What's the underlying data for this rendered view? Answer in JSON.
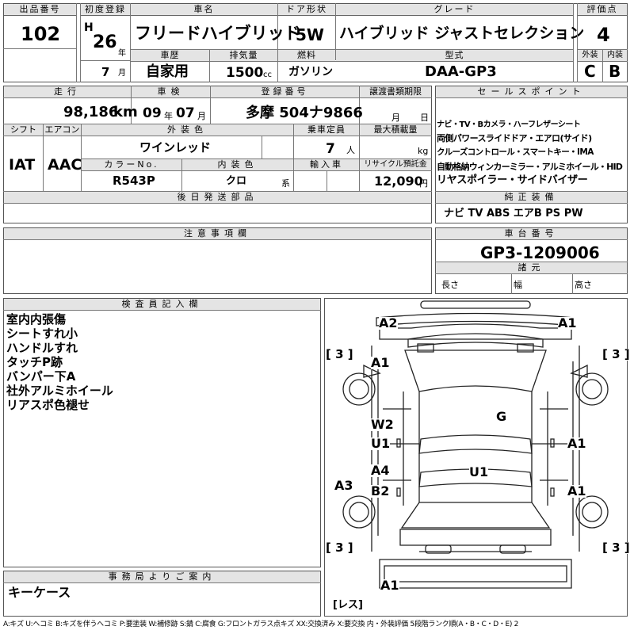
{
  "header": {
    "lot_no_label": "出品番号",
    "lot_no": "102",
    "first_reg_label": "初度登録",
    "era": "H",
    "year": "26",
    "year_unit": "年",
    "month": "7",
    "month_unit": "月",
    "car_name_label": "車名",
    "car_name": "フリードハイブリッド",
    "door_label": "ドア形状",
    "door": "5W",
    "grade_label": "グレード",
    "grade": "ハイブリッド ジャストセレクション",
    "score_label": "評価点",
    "score": "4",
    "history_label": "車歴",
    "history": "自家用",
    "displacement_label": "排気量",
    "displacement": "1500",
    "displacement_unit": "cc",
    "fuel_label": "燃料",
    "fuel": "ガソリン",
    "model_label": "型式",
    "model": "DAA-GP3",
    "ext_grade_label": "外装",
    "ext_grade": "C",
    "int_grade_label": "内装",
    "int_grade": "B"
  },
  "row2": {
    "mileage_label": "走行",
    "mileage": "98,186",
    "mileage_unit": "km",
    "inspection_label": "車検",
    "insp_year": "09",
    "insp_year_unit": "年",
    "insp_month": "07",
    "insp_month_unit": "月",
    "plate_label": "登録番号",
    "plate": "多摩 504ナ9866",
    "transfer_label": "譲渡書類期限",
    "transfer_month_unit": "月",
    "transfer_day_unit": "日",
    "shift_label": "シフト",
    "shift": "IAT",
    "ac_label": "エアコン",
    "ac": "AAC",
    "ext_color_label": "外装色",
    "ext_color": "ワインレッド",
    "capacity_label": "乗車定員",
    "capacity": "7",
    "capacity_unit": "人",
    "load_label": "最大積載量",
    "load_unit": "kg",
    "color_no_label": "カラーNo.",
    "color_no": "R543P",
    "int_color_label": "内装色",
    "int_color": "クロ",
    "int_color_unit": "系",
    "import_label": "輸入車",
    "recycle_label": "リサイクル預託金",
    "recycle": "12,090",
    "recycle_unit": "円",
    "later_parts_label": "後日発送部品"
  },
  "sales": {
    "label": "セールスポイント",
    "lines": [
      "ナビ・TV・Bカメラ・ハーフレザーシート",
      "両側パワースライドドア・エアロ(サイド)",
      "クルーズコントロール・スマートキー・IMA",
      "自動格納ウィンカーミラー・アルミホイール・HID",
      "リヤスポイラー・サイドバイザー"
    ],
    "equip_label": "純正装備",
    "equip": "ナビ TV ABS エアB PS PW"
  },
  "notes": {
    "label": "注意事項欄"
  },
  "chassis": {
    "label": "車台番号",
    "number": "GP3-1209006",
    "spec_label": "諸元",
    "length_label": "長さ",
    "width_label": "幅",
    "height_label": "高さ"
  },
  "inspector": {
    "label": "検査員記入欄",
    "lines": [
      "室内内張傷",
      "シートすれ小",
      "ハンドルすれ",
      "タッチP跡",
      "バンパー下A",
      "社外アルミホイール",
      "リアスポ色褪せ"
    ]
  },
  "office": {
    "label": "事務局よりご案内",
    "text": "キーケース"
  },
  "diagram": {
    "marks": [
      "A2",
      "A1",
      "[ 3 ]",
      "[ 3 ]",
      "A1",
      "W2",
      "U1",
      "G",
      "A1",
      "A4",
      "B2",
      "U1",
      "A3",
      "A1",
      "[ 3 ]",
      "[ 3 ]",
      "A1",
      "[レス]"
    ]
  },
  "legend": "A:キズ U:ヘコミ B:キズを伴うヘコミ P:要塗装 W:補修跡 S:錆 C:腐食 G:フロントガラス点キズ XX:交換済み X:要交換 内・外装評価 5段階ランク順(A・B・C・D・E) 2"
}
